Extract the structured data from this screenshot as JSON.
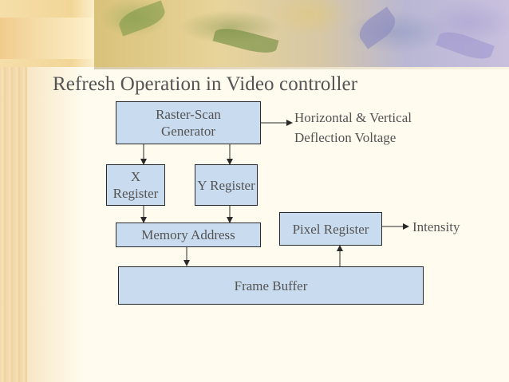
{
  "slide": {
    "title": "Refresh Operation in Video controller"
  },
  "diagram": {
    "raster_scan_generator": "Raster-Scan Generator",
    "x_register": "X Register",
    "y_register": "Y Register",
    "memory_address": "Memory Address",
    "pixel_register": "Pixel Register",
    "frame_buffer": "Frame Buffer",
    "deflection_output_line1": "Horizontal & Vertical",
    "deflection_output_line2": "Deflection Voltage",
    "intensity_output": "Intensity"
  },
  "colors": {
    "box_fill": "#c9dbef",
    "text": "#545454",
    "background": "#fffbee"
  }
}
